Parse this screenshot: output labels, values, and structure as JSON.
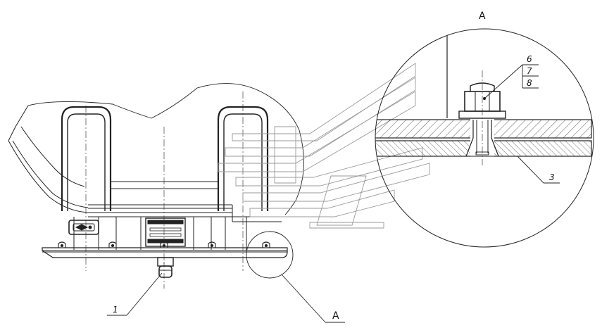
{
  "labels": {
    "view_a_top": "A",
    "view_a_bottom": "A",
    "part_1": "1",
    "part_3": "3",
    "part_6": "6",
    "part_7": "7",
    "part_8": "8"
  }
}
